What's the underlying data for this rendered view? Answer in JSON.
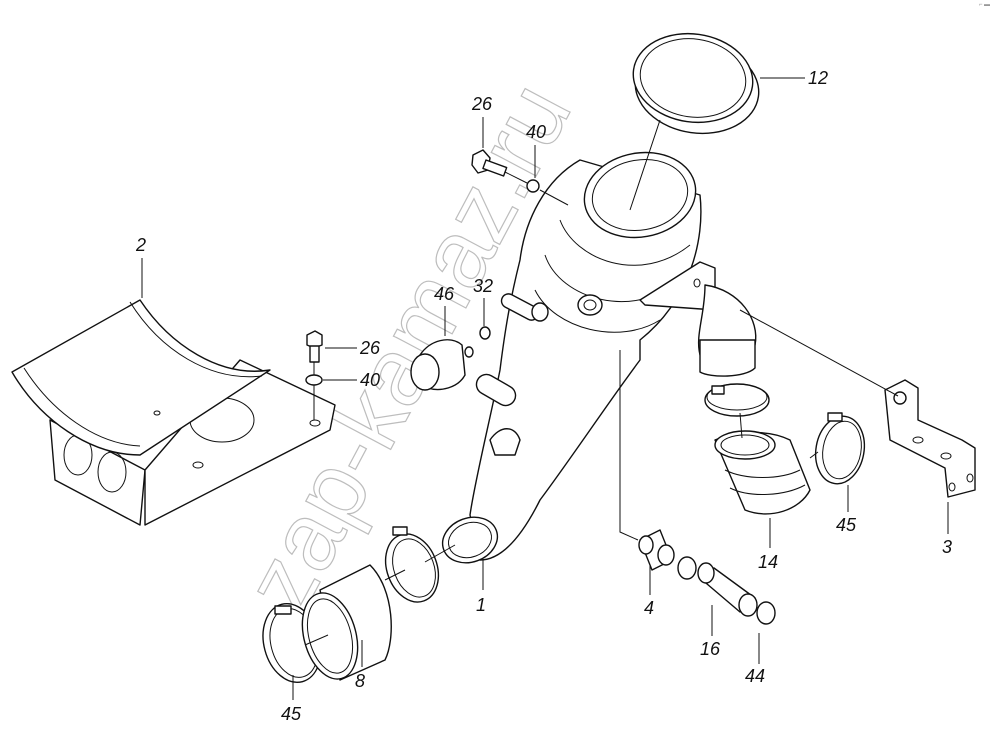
{
  "diagram": {
    "type": "exploded parts diagram",
    "subject": "Air intake pipe assembly",
    "watermark": "zap-kamaz.ru",
    "corner_mark": "⌐ ▬",
    "callouts": [
      {
        "id": "c12",
        "label": "12",
        "part": "cover / cap"
      },
      {
        "id": "c26a",
        "label": "26",
        "part": "bolt"
      },
      {
        "id": "c40a",
        "label": "40",
        "part": "washer"
      },
      {
        "id": "c2",
        "label": "2",
        "part": "support bracket"
      },
      {
        "id": "c26b",
        "label": "26",
        "part": "bolt"
      },
      {
        "id": "c40b",
        "label": "40",
        "part": "washer"
      },
      {
        "id": "c46",
        "label": "46",
        "part": "rubber cushion"
      },
      {
        "id": "c32",
        "label": "32",
        "part": "washer"
      },
      {
        "id": "c1",
        "label": "1",
        "part": "intake pipe"
      },
      {
        "id": "c8",
        "label": "8",
        "part": "hose sleeve"
      },
      {
        "id": "c45a",
        "label": "45",
        "part": "hose clamp"
      },
      {
        "id": "c4",
        "label": "4",
        "part": "fitting"
      },
      {
        "id": "c16",
        "label": "16",
        "part": "hose"
      },
      {
        "id": "c44",
        "label": "44",
        "part": "clamp"
      },
      {
        "id": "c14",
        "label": "14",
        "part": "elbow hose"
      },
      {
        "id": "c45b",
        "label": "45",
        "part": "hose clamp"
      },
      {
        "id": "c3",
        "label": "3",
        "part": "bracket"
      }
    ]
  }
}
